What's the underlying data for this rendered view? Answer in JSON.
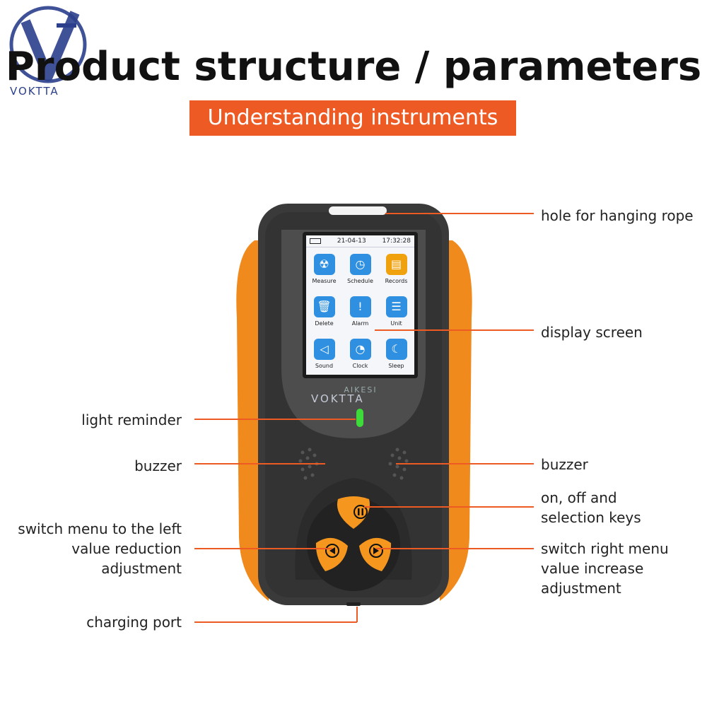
{
  "header": {
    "title": "Product structure / parameters",
    "subtitle": "Understanding instruments",
    "logo_text": "VOKTTA"
  },
  "screen": {
    "date": "21-04-13",
    "time": "17:32:28",
    "apps": [
      {
        "label": "Measure",
        "icon": "radiation-icon"
      },
      {
        "label": "Schedule",
        "icon": "clock-face-icon"
      },
      {
        "label": "Records",
        "icon": "records-icon"
      },
      {
        "label": "Delete",
        "icon": "trash-icon"
      },
      {
        "label": "Alarm",
        "icon": "alarm-icon"
      },
      {
        "label": "Unit",
        "icon": "list-icon"
      },
      {
        "label": "Sound",
        "icon": "speaker-icon"
      },
      {
        "label": "Clock",
        "icon": "clock-icon"
      },
      {
        "label": "Sleep",
        "icon": "moon-icon"
      }
    ]
  },
  "device": {
    "brand": "AIKESI",
    "watermark": "VOKTTA",
    "body_color": "#3a3a3a",
    "accent_color": "#f08a1c",
    "indicator_color": "#3ddc3a"
  },
  "callouts": {
    "hanging_hole": "hole for hanging rope",
    "display_screen": "display screen",
    "light_reminder": "light reminder",
    "buzzer_left": "buzzer",
    "buzzer_right": "buzzer",
    "selection_keys": [
      "on, off and",
      "selection keys"
    ],
    "left_key": [
      "switch menu to the left",
      "value reduction",
      "adjustment"
    ],
    "right_key": [
      "switch right menu",
      "value increase",
      "adjustment"
    ],
    "charging_port": "charging port"
  },
  "colors": {
    "accent": "#ee5a24"
  }
}
